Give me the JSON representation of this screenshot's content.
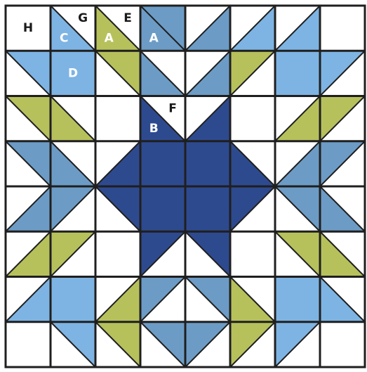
{
  "colors": {
    "background": "#ffffff",
    "lines": "#1f1f1f",
    "light_blue": "#7eb4e3",
    "medium_blue": "#6c9cc6",
    "navy": "#2e4a8f",
    "green": "#b7c15c",
    "label_dark": "#1a1a1a",
    "label_light": "#ffffff"
  },
  "grid": {
    "columns": 8,
    "rows": 8
  },
  "cells": [
    [
      [],
      [
        {
          "shape": "bl",
          "color": "light_blue"
        }
      ],
      [
        {
          "shape": "bl",
          "color": "green"
        }
      ],
      [
        {
          "shape": "bl",
          "color": "medium_blue"
        },
        {
          "shape": "tr",
          "color": "medium_blue"
        }
      ],
      [
        {
          "shape": "br",
          "color": "medium_blue"
        }
      ],
      [
        {
          "shape": "br",
          "color": "light_blue"
        }
      ],
      [
        {
          "shape": "br",
          "color": "light_blue"
        }
      ],
      []
    ],
    [
      [
        {
          "shape": "tr",
          "color": "light_blue"
        }
      ],
      [
        {
          "shape": "full",
          "color": "light_blue"
        }
      ],
      [
        {
          "shape": "tr",
          "color": "green"
        }
      ],
      [
        {
          "shape": "bl",
          "color": "medium_blue"
        }
      ],
      [
        {
          "shape": "br",
          "color": "medium_blue"
        }
      ],
      [
        {
          "shape": "tl",
          "color": "green"
        }
      ],
      [
        {
          "shape": "full",
          "color": "light_blue"
        }
      ],
      [
        {
          "shape": "tl",
          "color": "light_blue"
        }
      ]
    ],
    [
      [
        {
          "shape": "tr",
          "color": "green"
        }
      ],
      [
        {
          "shape": "bl",
          "color": "green"
        }
      ],
      [],
      [
        {
          "shape": "bl",
          "color": "navy"
        }
      ],
      [
        {
          "shape": "br",
          "color": "navy"
        }
      ],
      [],
      [
        {
          "shape": "br",
          "color": "green"
        }
      ],
      [
        {
          "shape": "tl",
          "color": "green"
        }
      ]
    ],
    [
      [
        {
          "shape": "tr",
          "color": "medium_blue"
        }
      ],
      [
        {
          "shape": "bl",
          "color": "medium_blue"
        }
      ],
      [
        {
          "shape": "br",
          "color": "navy"
        }
      ],
      [
        {
          "shape": "full",
          "color": "navy"
        }
      ],
      [
        {
          "shape": "full",
          "color": "navy"
        }
      ],
      [
        {
          "shape": "bl",
          "color": "navy"
        }
      ],
      [
        {
          "shape": "br",
          "color": "medium_blue"
        }
      ],
      [
        {
          "shape": "tl",
          "color": "medium_blue"
        }
      ]
    ],
    [
      [
        {
          "shape": "br",
          "color": "medium_blue"
        }
      ],
      [
        {
          "shape": "tl",
          "color": "medium_blue"
        }
      ],
      [
        {
          "shape": "tr",
          "color": "navy"
        }
      ],
      [
        {
          "shape": "full",
          "color": "navy"
        }
      ],
      [
        {
          "shape": "full",
          "color": "navy"
        }
      ],
      [
        {
          "shape": "tl",
          "color": "navy"
        }
      ],
      [
        {
          "shape": "tr",
          "color": "medium_blue"
        }
      ],
      [
        {
          "shape": "bl",
          "color": "medium_blue"
        }
      ]
    ],
    [
      [
        {
          "shape": "br",
          "color": "green"
        }
      ],
      [
        {
          "shape": "tl",
          "color": "green"
        }
      ],
      [],
      [
        {
          "shape": "tl",
          "color": "navy"
        }
      ],
      [
        {
          "shape": "tr",
          "color": "navy"
        }
      ],
      [],
      [
        {
          "shape": "tr",
          "color": "green"
        }
      ],
      [
        {
          "shape": "bl",
          "color": "green"
        }
      ]
    ],
    [
      [
        {
          "shape": "br",
          "color": "light_blue"
        }
      ],
      [
        {
          "shape": "full",
          "color": "light_blue"
        }
      ],
      [
        {
          "shape": "br",
          "color": "green"
        }
      ],
      [
        {
          "shape": "tl",
          "color": "medium_blue"
        }
      ],
      [
        {
          "shape": "tr",
          "color": "medium_blue"
        }
      ],
      [
        {
          "shape": "bl",
          "color": "green"
        }
      ],
      [
        {
          "shape": "full",
          "color": "light_blue"
        }
      ],
      [
        {
          "shape": "bl",
          "color": "light_blue"
        }
      ]
    ],
    [
      [],
      [
        {
          "shape": "tr",
          "color": "light_blue"
        }
      ],
      [
        {
          "shape": "tr",
          "color": "green"
        }
      ],
      [
        {
          "shape": "tr",
          "color": "medium_blue"
        }
      ],
      [
        {
          "shape": "tl",
          "color": "medium_blue"
        }
      ],
      [
        {
          "shape": "tl",
          "color": "green"
        }
      ],
      [
        {
          "shape": "tl",
          "color": "light_blue"
        }
      ],
      []
    ]
  ],
  "labels": [
    {
      "text": "H",
      "row": 0,
      "col": 0,
      "pos": "center",
      "color": "label_dark"
    },
    {
      "text": "G",
      "row": 0,
      "col": 1,
      "pos": "upper-right",
      "color": "label_dark"
    },
    {
      "text": "C",
      "row": 0,
      "col": 1,
      "pos": "lower-left",
      "color": "label_light"
    },
    {
      "text": "E",
      "row": 0,
      "col": 2,
      "pos": "upper-right",
      "color": "label_dark"
    },
    {
      "text": "A",
      "row": 0,
      "col": 2,
      "pos": "lower-left",
      "color": "label_light"
    },
    {
      "text": "A",
      "row": 0,
      "col": 3,
      "pos": "lower-left",
      "color": "label_light"
    },
    {
      "text": "D",
      "row": 1,
      "col": 1,
      "pos": "center",
      "color": "label_light"
    },
    {
      "text": "F",
      "row": 2,
      "col": 3,
      "pos": "upper-right",
      "color": "label_dark"
    },
    {
      "text": "B",
      "row": 2,
      "col": 3,
      "pos": "lower-left",
      "color": "label_light"
    }
  ]
}
